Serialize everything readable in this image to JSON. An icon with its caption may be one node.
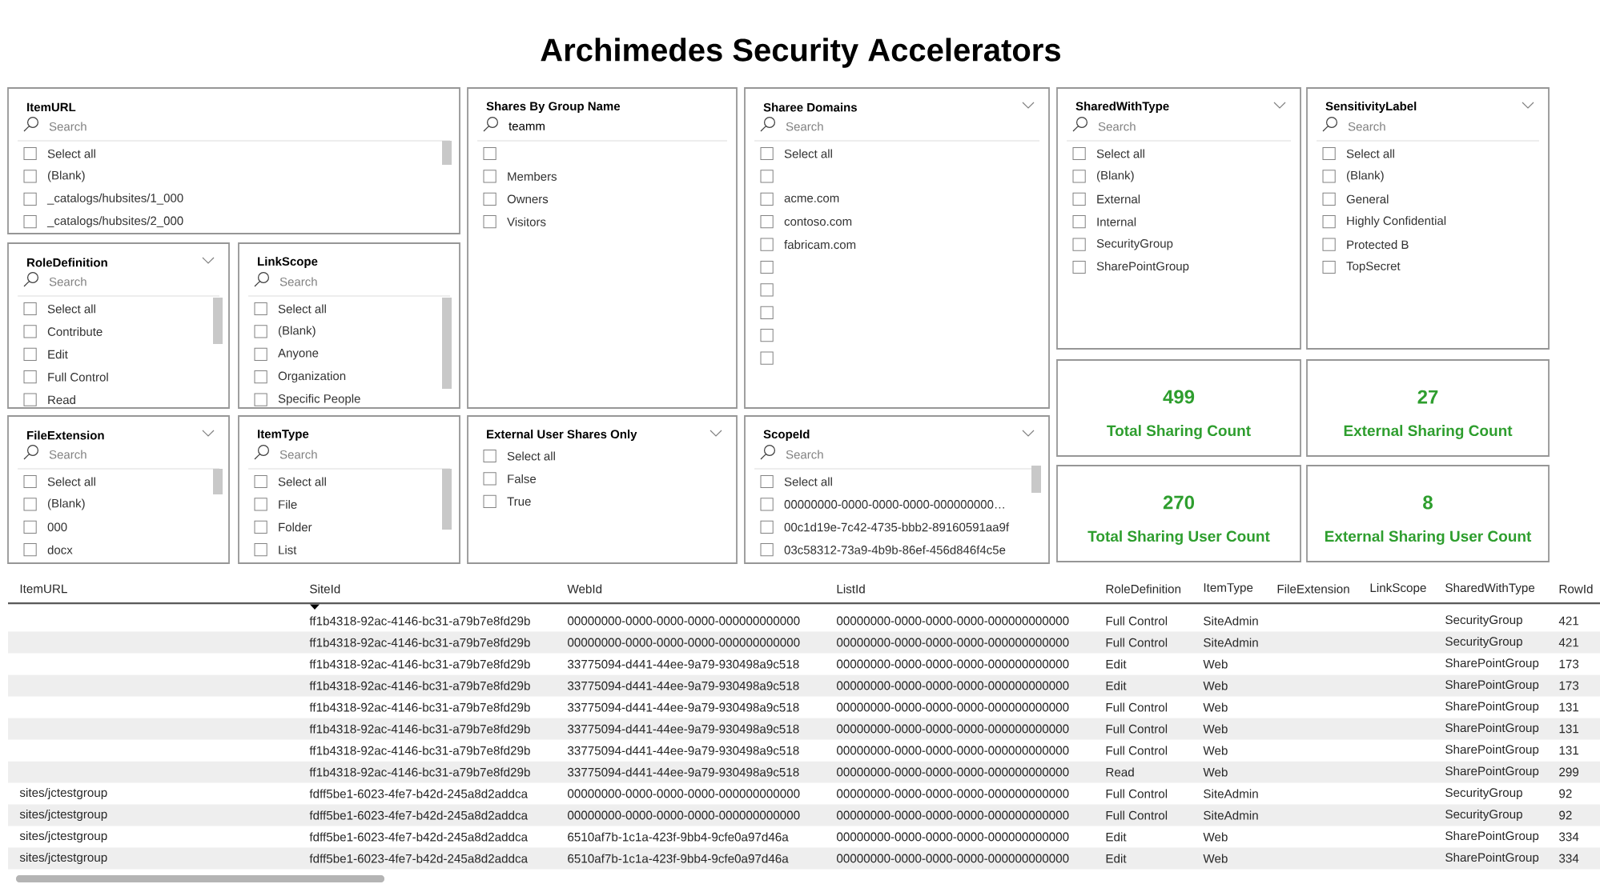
{
  "diagram": {
    "title": "Archimedes Security Accelerators",
    "nodes": [
      {
        "text": [
          "ItemURL",
          "Search",
          "Select all",
          "(Blank)",
          "_catalogs/hubsites/1_000",
          "_catalogs/hubsites/2_000"
        ]
      },
      {
        "text": [
          "Shares By Group Name",
          "teamm",
          "Members",
          "Owners",
          "Visitors"
        ]
      },
      {
        "text": [
          "Sharee Domains",
          "Search",
          "Select all",
          "acme.com",
          "contoso.com",
          "fabricam.com"
        ]
      },
      {
        "text": [
          "SharedWithType",
          "Search",
          "Select all",
          "(Blank)",
          "External",
          "Internal",
          "SecurityGroup",
          "SharePointGroup"
        ]
      },
      {
        "text": [
          "SensitivityLabel",
          "Search",
          "Select all",
          "(Blank)",
          "General",
          "Highly Confidential",
          "Protected B",
          "TopSecret"
        ]
      },
      {
        "text": [
          "RoleDefinition",
          "Search",
          "Select all",
          "Contribute",
          "Edit",
          "Full Control",
          "Read"
        ]
      },
      {
        "text": [
          "LinkScope",
          "Search",
          "Select all",
          "(Blank)",
          "Anyone",
          "Organization",
          "Specific People"
        ]
      },
      {
        "text": [
          "499",
          "Total Sharing Count"
        ]
      },
      {
        "text": [
          "27",
          "External Sharing Count"
        ]
      },
      {
        "text": [
          "FileExtension",
          "Search",
          "Select all",
          "(Blank)",
          "000",
          "docx"
        ]
      },
      {
        "text": [
          "ItemType",
          "Search",
          "Select all",
          "File",
          "Folder",
          "List"
        ]
      },
      {
        "text": [
          "External User Shares Only",
          "Select all",
          "False",
          "True"
        ]
      },
      {
        "text": [
          "ScopeId",
          "Search",
          "Select all",
          "00000000-0000-0000-0000-000000000…",
          "00c1d19e-7c42-4735-bbb2-89160591aa9f",
          "03c58312-73a9-4b9b-86ef-456d846f4c5e"
        ]
      },
      {
        "text": [
          "270",
          "Total Sharing User Count"
        ]
      },
      {
        "text": [
          "8",
          "External Sharing User Count"
        ]
      }
    ],
    "labels": [
      "ItemURL",
      "SiteId",
      "WebId",
      "ListId",
      "RoleDefinition",
      "ItemType",
      "FileExtension",
      "LinkScope",
      "SharedWithType",
      "RowId",
      "ff1b4318-92ac-4146-bc31-a79b7e8fd29b",
      "00000000-0000-0000-0000-000000000000",
      "00000000-0000-0000-0000-000000000000",
      "Full Control",
      "SiteAdmin",
      "SecurityGroup",
      "421",
      "ff1b4318-92ac-4146-bc31-a79b7e8fd29b",
      "00000000-0000-0000-0000-000000000000",
      "00000000-0000-0000-0000-000000000000",
      "Full Control",
      "SiteAdmin",
      "SecurityGroup",
      "421",
      "ff1b4318-92ac-4146-bc31-a79b7e8fd29b",
      "33775094-d441-44ee-9a79-930498a9c518",
      "00000000-0000-0000-0000-000000000000",
      "Edit",
      "Web",
      "SharePointGroup",
      "173",
      "ff1b4318-92ac-4146-bc31-a79b7e8fd29b",
      "33775094-d441-44ee-9a79-930498a9c518",
      "00000000-0000-0000-0000-000000000000",
      "Edit",
      "Web",
      "SharePointGroup",
      "173",
      "ff1b4318-92ac-4146-bc31-a79b7e8fd29b",
      "33775094-d441-44ee-9a79-930498a9c518",
      "00000000-0000-0000-0000-000000000000",
      "Full Control",
      "Web",
      "SharePointGroup",
      "131",
      "ff1b4318-92ac-4146-bc31-a79b7e8fd29b",
      "33775094-d441-44ee-9a79-930498a9c518",
      "00000000-0000-0000-0000-000000000000",
      "Full Control",
      "Web",
      "SharePointGroup",
      "131",
      "ff1b4318-92ac-4146-bc31-a79b7e8fd29b",
      "33775094-d441-44ee-9a79-930498a9c518",
      "00000000-0000-0000-0000-000000000000",
      "Full Control",
      "Web",
      "SharePointGroup",
      "131",
      "ff1b4318-92ac-4146-bc31-a79b7e8fd29b",
      "33775094-d441-44ee-9a79-930498a9c518",
      "00000000-0000-0000-0000-000000000000",
      "Read",
      "Web",
      "SharePointGroup",
      "299",
      "sites/jctestgroup",
      "fdff5be1-6023-4fe7-b42d-245a8d2addca",
      "00000000-0000-0000-0000-000000000000",
      "00000000-0000-0000-0000-000000000000",
      "Full Control",
      "SiteAdmin",
      "SecurityGroup",
      "92",
      "sites/jctestgroup",
      "fdff5be1-6023-4fe7-b42d-245a8d2addca",
      "00000000-0000-0000-0000-000000000000",
      "00000000-0000-0000-0000-000000000000",
      "Full Control",
      "SiteAdmin",
      "SecurityGroup",
      "92",
      "sites/jctestgroup",
      "fdff5be1-6023-4fe7-b42d-245a8d2addca",
      "6510af7b-1c1a-423f-9bb4-9cfe0a97d46a",
      "00000000-0000-0000-0000-000000000000",
      "Edit",
      "Web",
      "SharePointGroup",
      "334",
      "sites/jctestgroup",
      "fdff5be1-6023-4fe7-b42d-245a8d2addca",
      "6510af7b-1c1a-423f-9bb4-9cfe0a97d46a",
      "00000000-0000-0000-0000-000000000000",
      "Edit",
      "Web",
      "SharePointGroup",
      "334"
    ]
  }
}
